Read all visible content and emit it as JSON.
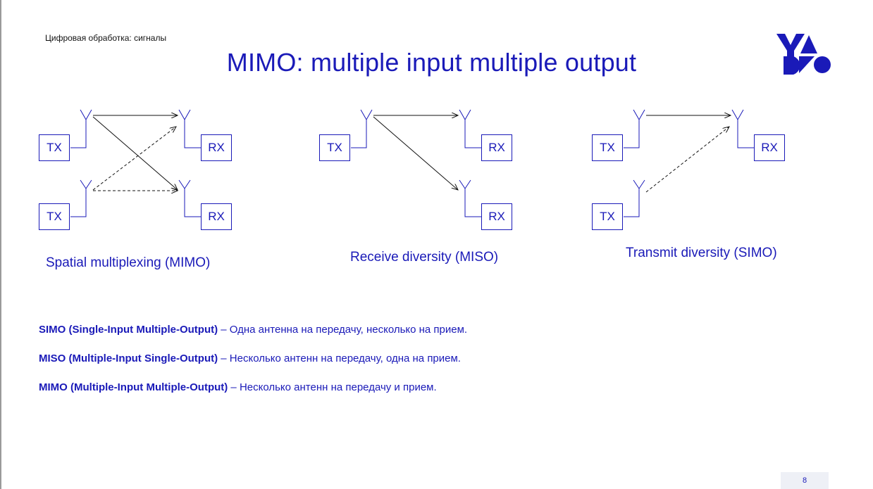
{
  "header": {
    "section_label": "Цифровая обработка: сигналы",
    "title": "MIMO: multiple input multiple output"
  },
  "logo": {
    "icon": "yadro-logo-icon",
    "color": "#1a1ab8"
  },
  "diagrams": {
    "mimo": {
      "tx_top": "TX",
      "tx_bottom": "TX",
      "rx_top": "RX",
      "rx_bottom": "RX",
      "caption": "Spatial multiplexing (MIMO)"
    },
    "miso": {
      "tx_top": "TX",
      "rx_top": "RX",
      "rx_bottom": "RX",
      "caption": "Receive diversity (MISO)"
    },
    "simo": {
      "tx_top": "TX",
      "tx_bottom": "TX",
      "rx_top": "RX",
      "caption": "Transmit diversity (SIMO)"
    }
  },
  "definitions": [
    {
      "term": "SIMO (Single-Input Multiple-Output)",
      "text": " – Одна антенна на передачу, несколько на прием."
    },
    {
      "term": "MISO (Multiple-Input Single-Output)",
      "text": " – Несколько антенн на передачу, одна на прием."
    },
    {
      "term": "MIMO (Multiple-Input Multiple-Output)",
      "text": " – Несколько антенн на передачу и прием."
    }
  ],
  "footer": {
    "page_number": "8"
  },
  "colors": {
    "accent": "#1a1ab8",
    "text": "#111111"
  }
}
